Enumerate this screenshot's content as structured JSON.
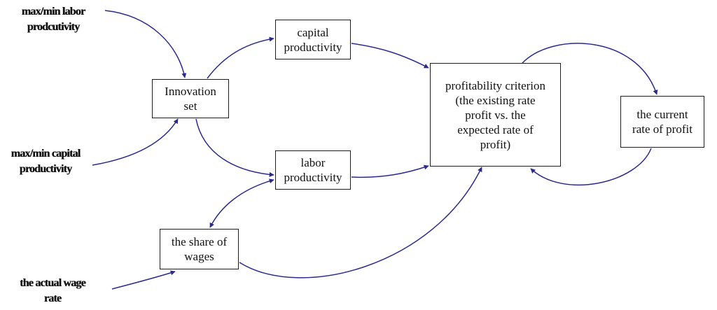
{
  "nodes": {
    "innovation_set": "Innovation\nset",
    "capital_productivity": "capital\nproductivity",
    "labor_productivity": "labor\nproductivity",
    "profitability_criterion": "profitability criterion\n(the existing rate\nprofit vs. the\nexpected rate of\nprofit)",
    "current_rate_of_profit": "the current\nrate of profit",
    "share_of_wages": "the share of\nwages"
  },
  "external_variables": {
    "max_min_labor": "max/min labor\nprodcutivity",
    "max_min_capital": "max/min capital\nproductivity",
    "actual_wage_rate": "the actual wage\nrate"
  },
  "colors": {
    "arrow": "#2a2a8e",
    "box_border": "#1c1c1c",
    "text": "#111111",
    "background": "#ffffff"
  }
}
